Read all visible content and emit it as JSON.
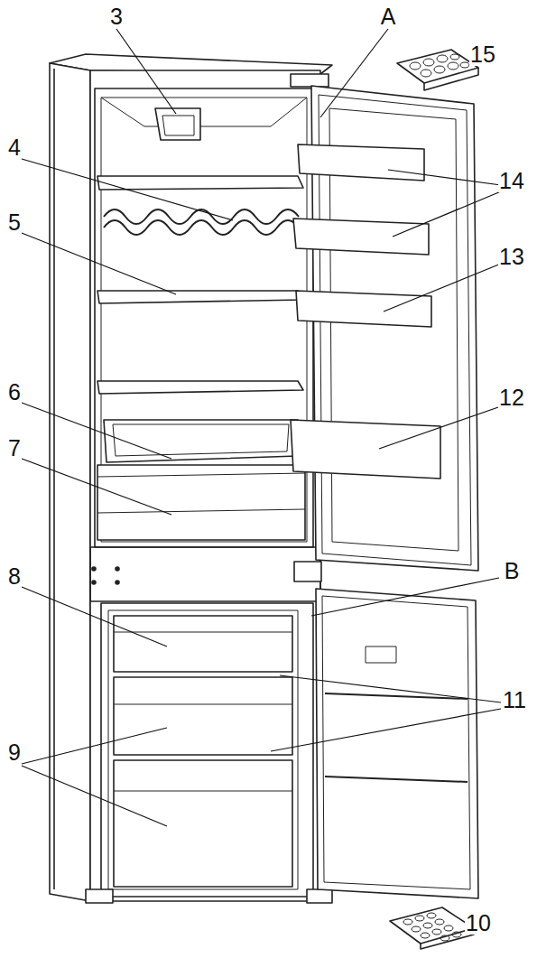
{
  "diagram": {
    "labels": [
      "3",
      "A",
      "15",
      "4",
      "14",
      "5",
      "13",
      "6",
      "12",
      "7",
      "8",
      "B",
      "11",
      "9",
      "10"
    ]
  }
}
